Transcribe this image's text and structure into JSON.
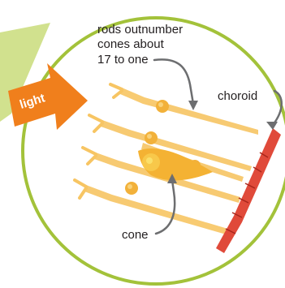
{
  "labels": {
    "rods_note": [
      "rods outnumber",
      "cones about",
      "17 to one"
    ],
    "choroid": "choroid",
    "cone": "cone",
    "light": "light"
  },
  "colors": {
    "circle_outline": "#a3c23a",
    "circle_fill": "#ffffff",
    "zoom_wedge": "#c9dc7a",
    "rod": "#f7c563",
    "rod_nucleus": "#f2b13a",
    "cone": "#f4b233",
    "arrow": "#f07f1c",
    "choroid": "#e04a3a",
    "pointer": "#6d6e70"
  }
}
